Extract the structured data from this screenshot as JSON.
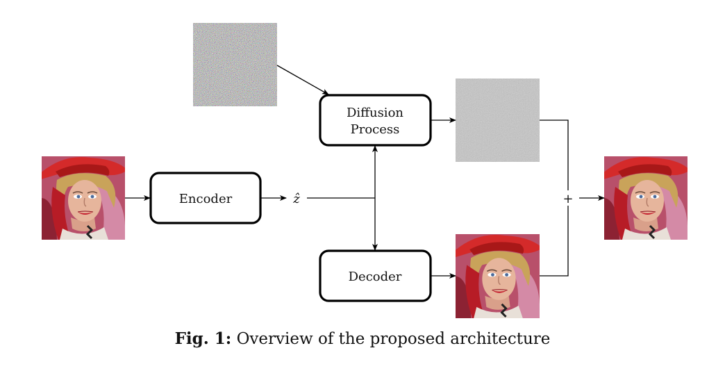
{
  "nodes": {
    "encoder": "Encoder",
    "diffusion_line1": "Diffusion",
    "diffusion_line2": "Process",
    "decoder": "Decoder",
    "latent": "ẑ",
    "sum": "+"
  },
  "images": {
    "input": "portrait-photo",
    "noise": "gaussian-noise-image",
    "residual": "residual-image",
    "decoded": "decoded-portrait-photo",
    "output": "reconstructed-portrait-photo"
  },
  "caption": {
    "label": "Fig. 1:",
    "text": "Overview of the proposed architecture"
  }
}
